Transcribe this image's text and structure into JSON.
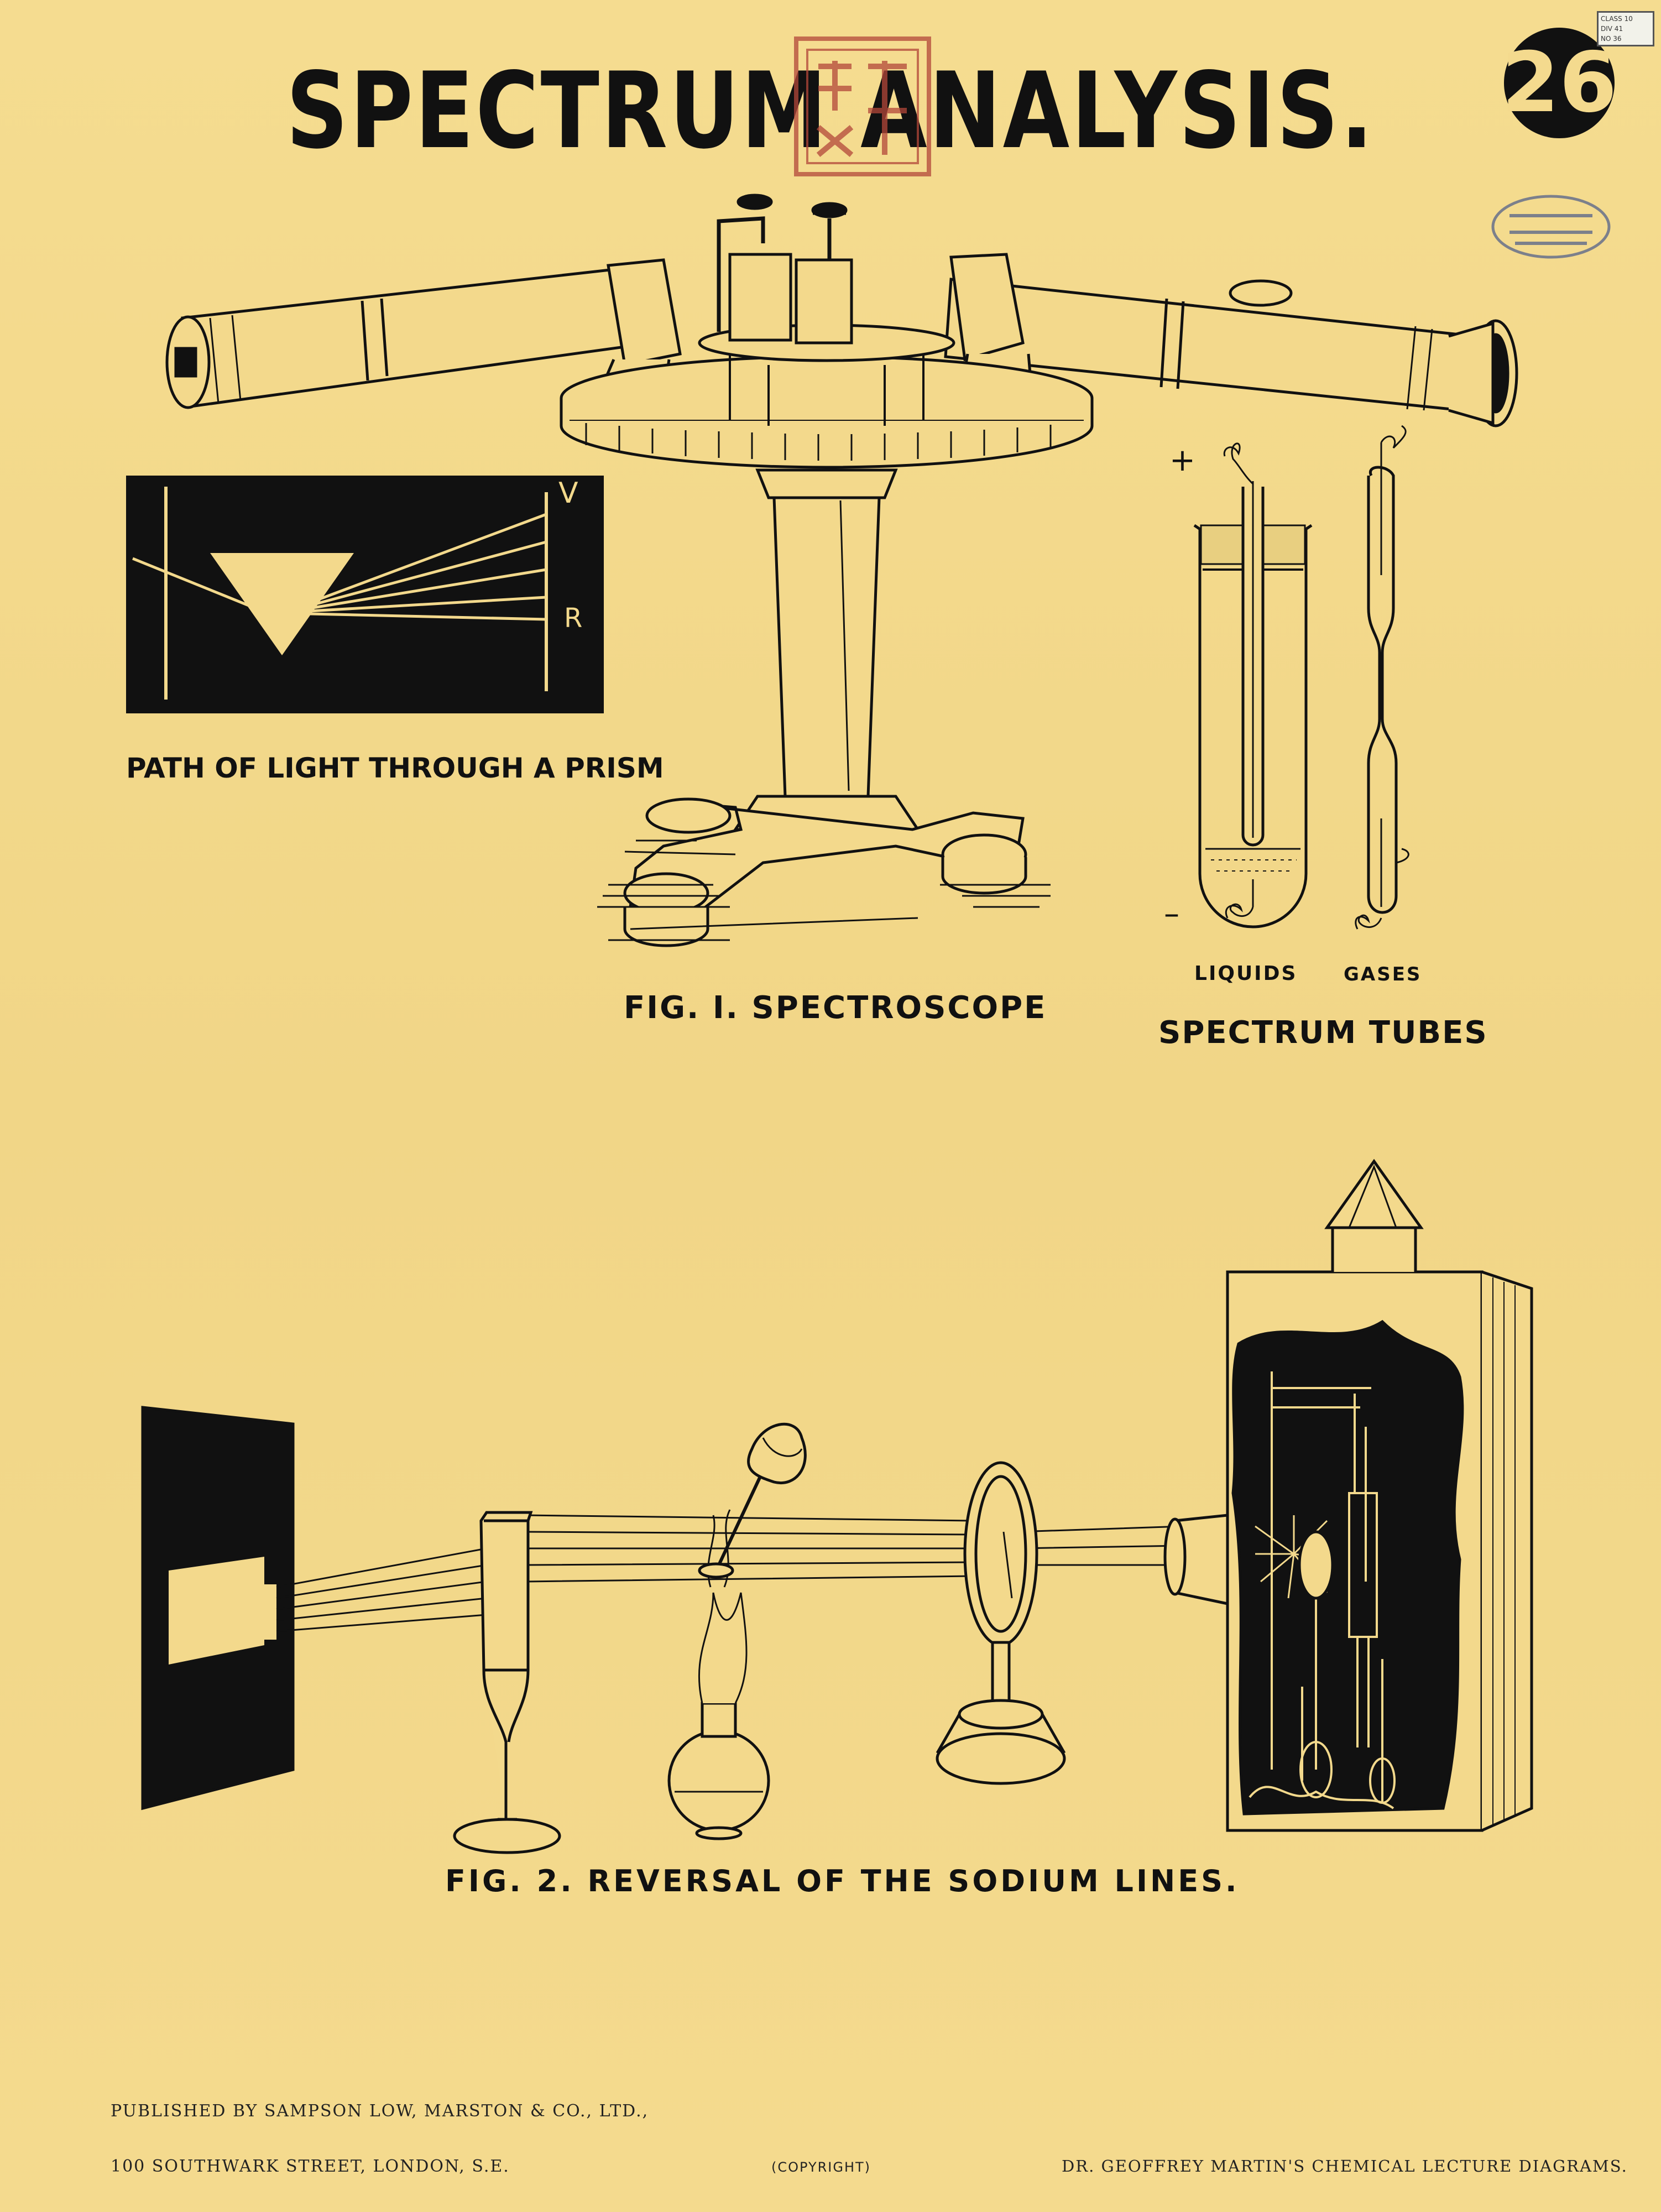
{
  "poster": {
    "title": "SPECTRUM ANALYSIS.",
    "diagram_number": "26",
    "library_label": [
      "CLASS 10",
      "DIV 41",
      "NO 36"
    ]
  },
  "figures": {
    "prism_caption": "PATH OF LIGHT THROUGH A PRISM",
    "prism_v": "V",
    "prism_r": "R",
    "fig1_caption": "FIG. I.   SPECTROSCOPE",
    "tubes_caption": "SPECTRUM TUBES",
    "liquids_label": "LIQUIDS",
    "gases_label": "GASES",
    "plus_sign": "+",
    "minus_sign": "–",
    "fig2_caption": "FIG. 2.   REVERSAL  OF  THE  SODIUM  LINES."
  },
  "footer": {
    "publisher": "PUBLISHED BY SAMPSON LOW, MARSTON & CO., LTD.,",
    "address": "100 SOUTHWARK STREET, LONDON, S.E.",
    "copyright": "(COPYRIGHT)",
    "series": "DR. GEOFFREY MARTIN'S CHEMICAL LECTURE DIAGRAMS."
  },
  "colors": {
    "paper": "#f3d98c",
    "ink": "#111111",
    "stamp_red": "#b3473a",
    "stamp_blue": "#4a5a8a"
  }
}
